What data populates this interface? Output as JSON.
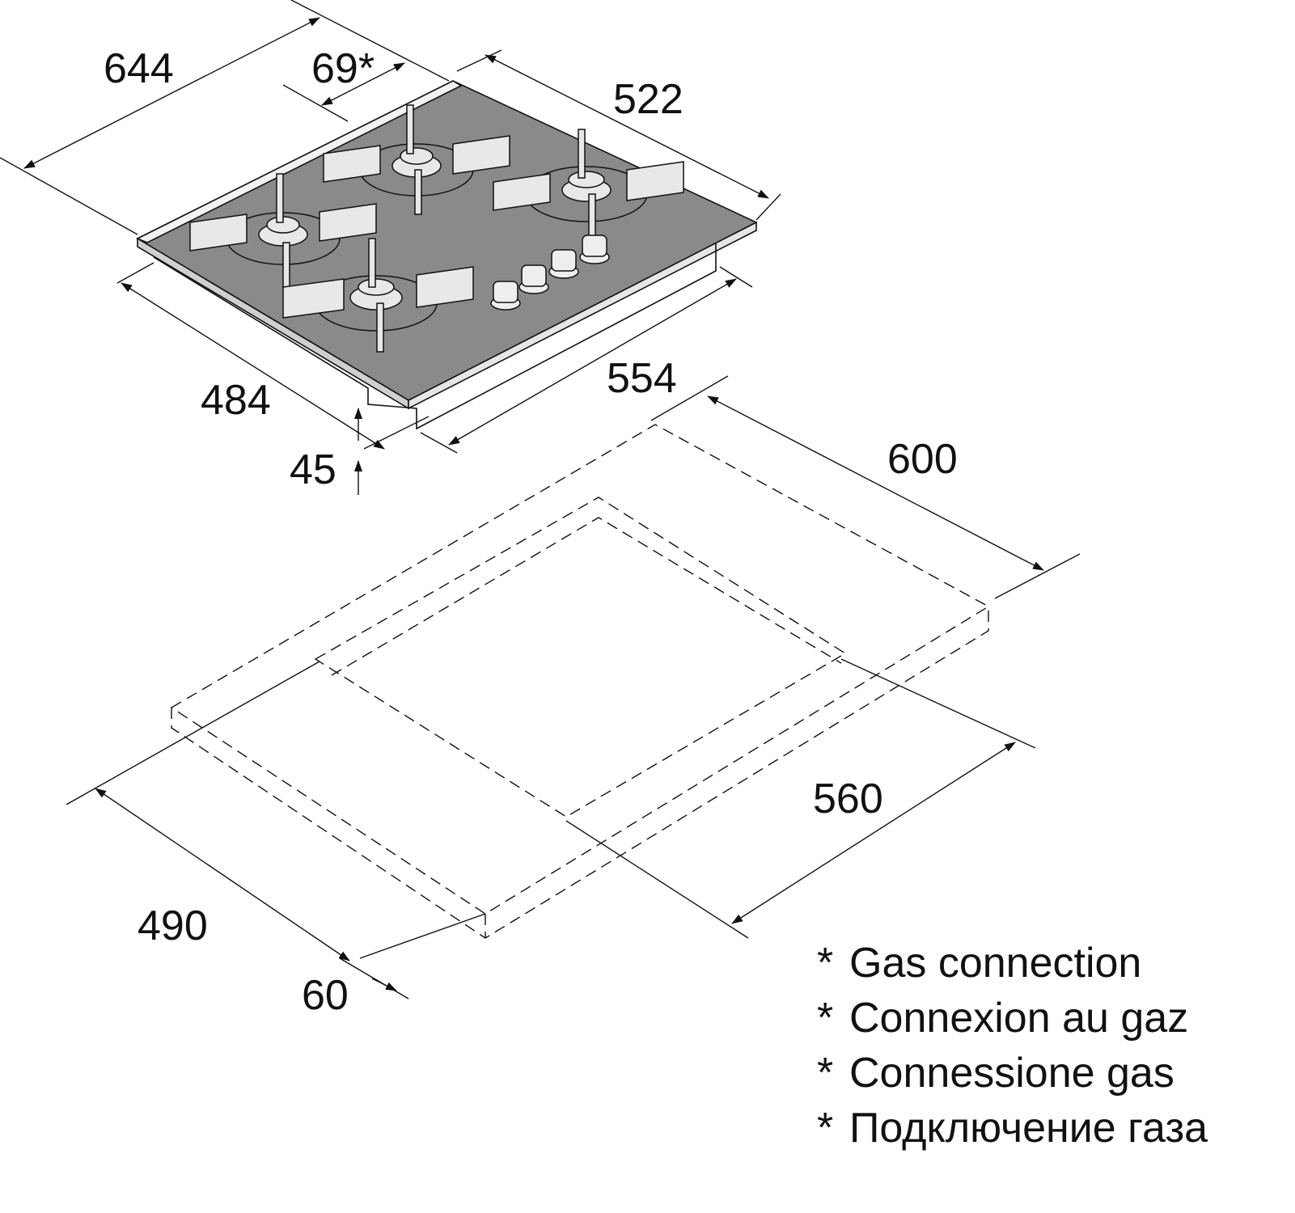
{
  "dimensions": {
    "hob_depth": "644",
    "gas_offset": "69*",
    "hob_width": "522",
    "glass_depth": "484",
    "glass_width": "554",
    "height": "45",
    "cutout_width": "600",
    "cutout_inner": "560",
    "cutout_depth": "490",
    "worktop_gap": "60"
  },
  "notes": [
    {
      "marker": "*",
      "text": "Gas connection"
    },
    {
      "marker": "*",
      "text": "Connexion au gaz"
    },
    {
      "marker": "*",
      "text": "Connessione gas"
    },
    {
      "marker": "*",
      "text": "Подключение газа"
    }
  ],
  "colors": {
    "glass_top": "#8a8a8a",
    "line": "#111111",
    "background": "#ffffff"
  }
}
